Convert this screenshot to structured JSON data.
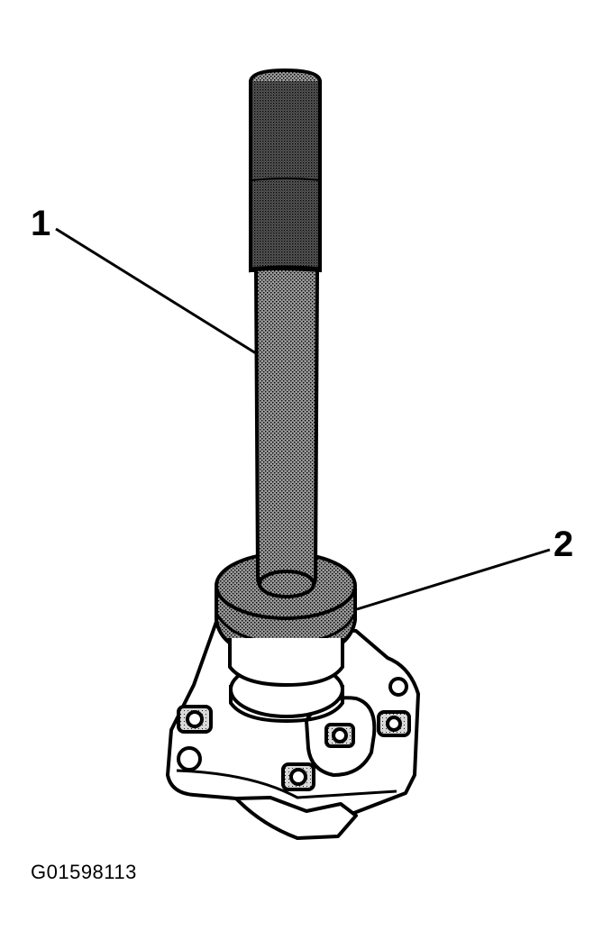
{
  "callouts": [
    {
      "number": "1"
    },
    {
      "number": "2"
    }
  ],
  "figure_id": "G01598113",
  "colors": {
    "ink": "#000000",
    "paper": "#ffffff",
    "shade": "#6f6f6f",
    "light_shade": "#b5b5b5"
  }
}
